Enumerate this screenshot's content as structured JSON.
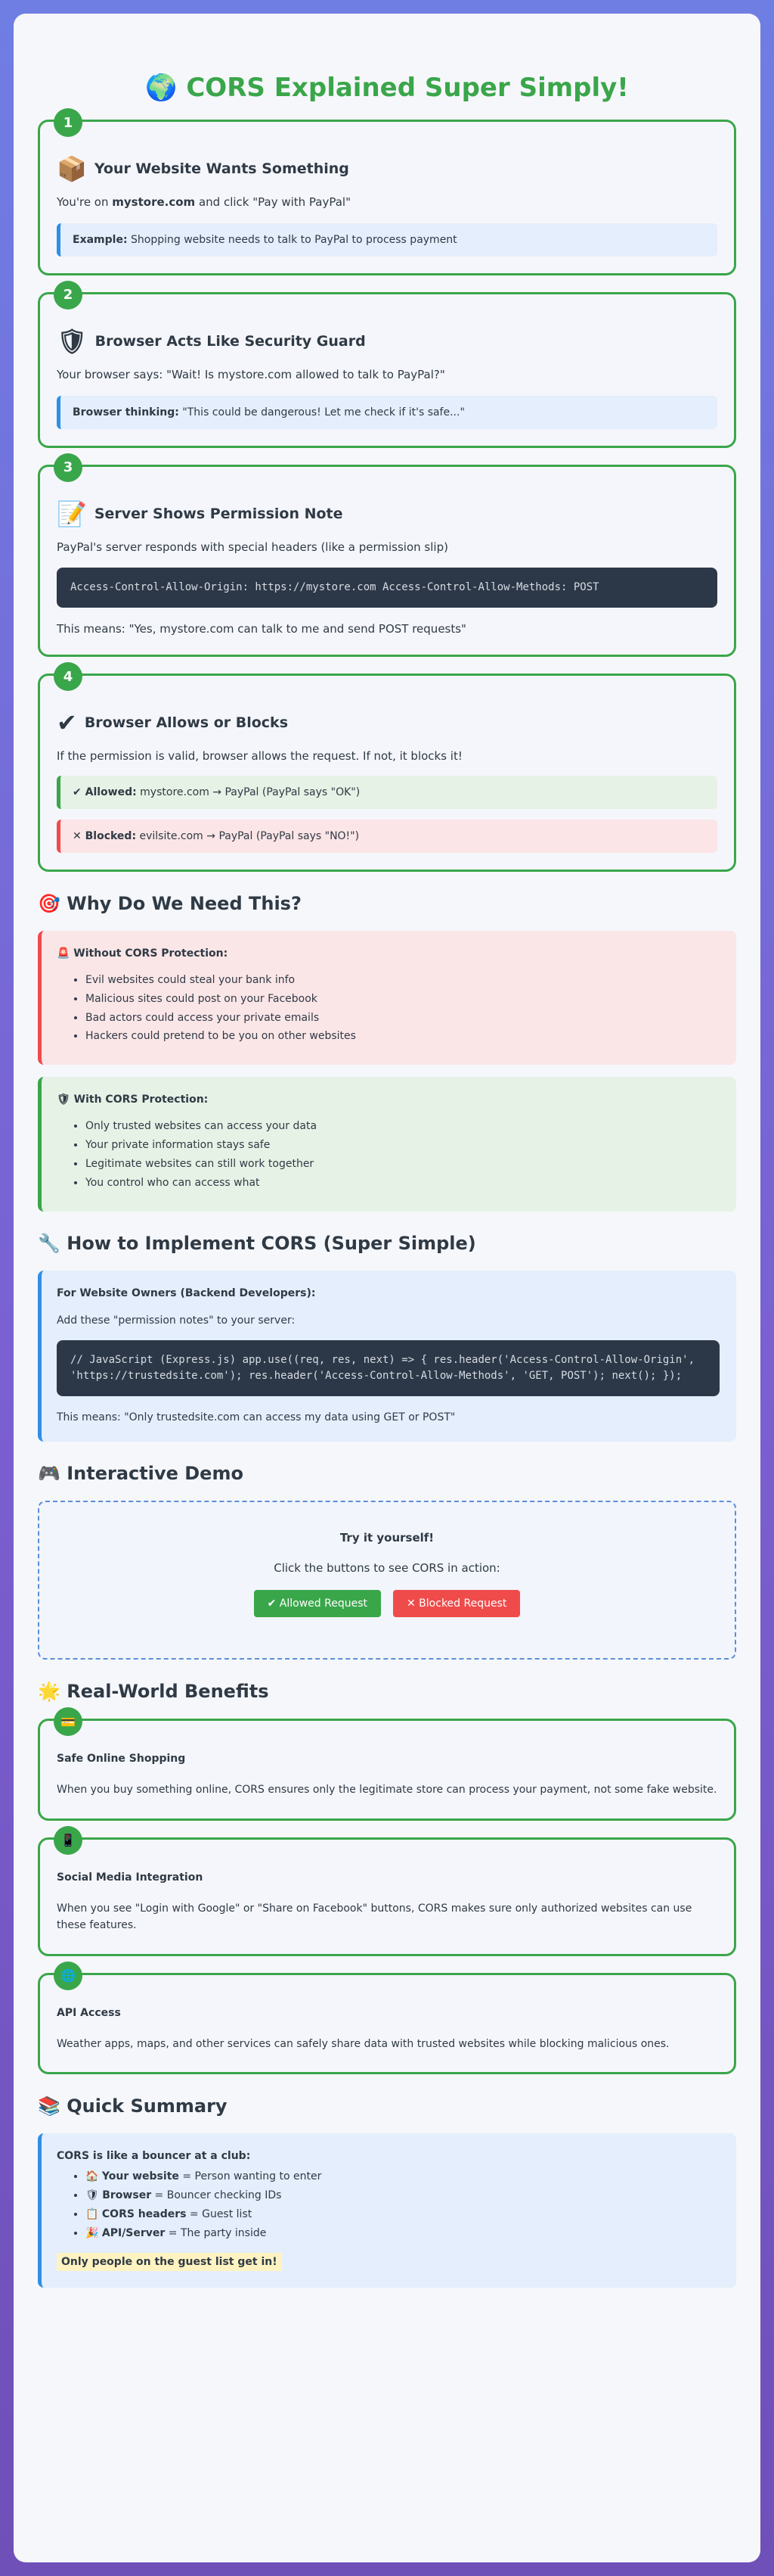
{
  "title": "🌍 CORS Explained Super Simply!",
  "steps": [
    {
      "num": "1",
      "icon": "📦",
      "heading": "Your Website Wants Something",
      "text_pre": "You're on ",
      "text_bold": "mystore.com",
      "text_post": " and click \"Pay with PayPal\"",
      "callout_label": "Example:",
      "callout_text": " Shopping website needs to talk to PayPal to process payment"
    },
    {
      "num": "2",
      "icon": "🛡",
      "heading": "Browser Acts Like Security Guard",
      "text": "Your browser says: \"Wait! Is mystore.com allowed to talk to PayPal?\"",
      "callout_label": "Browser thinking:",
      "callout_text": " \"This could be dangerous! Let me check if it's safe...\""
    },
    {
      "num": "3",
      "icon": "📝",
      "heading": "Server Shows Permission Note",
      "text": "PayPal's server responds with special headers (like a permission slip)",
      "code": "Access-Control-Allow-Origin: https://mystore.com Access-Control-Allow-Methods: POST",
      "text_after": "This means: \"Yes, mystore.com can talk to me and send POST requests\""
    },
    {
      "num": "4",
      "icon": "✔",
      "heading": "Browser Allows or Blocks",
      "text": "If the permission is valid, browser allows the request. If not, it blocks it!",
      "allowed_label": "✔ Allowed:",
      "allowed_text": " mystore.com → PayPal (PayPal says \"OK\")",
      "blocked_label": "✕ Blocked:",
      "blocked_text": " evilsite.com → PayPal (PayPal says \"NO!\")"
    }
  ],
  "why": {
    "heading": "🎯 Why Do We Need This?",
    "without_heading": "🚨 Without CORS Protection:",
    "without_items": [
      "Evil websites could steal your bank info",
      "Malicious sites could post on your Facebook",
      "Bad actors could access your private emails",
      "Hackers could pretend to be you on other websites"
    ],
    "with_heading": "🛡 With CORS Protection:",
    "with_items": [
      "Only trusted websites can access your data",
      "Your private information stays safe",
      "Legitimate websites can still work together",
      "You control who can access what"
    ]
  },
  "implement": {
    "heading": "🔧 How to Implement CORS (Super Simple)",
    "sub_heading": "For Website Owners (Backend Developers):",
    "intro": "Add these \"permission notes\" to your server:",
    "code": "// JavaScript (Express.js) app.use((req, res, next) => { res.header('Access-Control-Allow-Origin', 'https://trustedsite.com'); res.header('Access-Control-Allow-Methods', 'GET, POST'); next(); });",
    "outro": "This means: \"Only trustedsite.com can access my data using GET or POST\""
  },
  "demo": {
    "heading": "🎮 Interactive Demo",
    "title": "Try it yourself!",
    "text": "Click the buttons to see CORS in action:",
    "allowed_button": "✔ Allowed Request",
    "blocked_button": "✕ Blocked Request"
  },
  "benefits": {
    "heading": "🌟 Real-World Benefits",
    "items": [
      {
        "icon": "💳",
        "title": "Safe Online Shopping",
        "text": "When you buy something online, CORS ensures only the legitimate store can process your payment, not some fake website."
      },
      {
        "icon": "📱",
        "title": "Social Media Integration",
        "text": "When you see \"Login with Google\" or \"Share on Facebook\" buttons, CORS makes sure only authorized websites can use these features."
      },
      {
        "icon": "🌐",
        "title": "API Access",
        "text": "Weather apps, maps, and other services can safely share data with trusted websites while blocking malicious ones."
      }
    ]
  },
  "summary": {
    "heading": "📚 Quick Summary",
    "lead": "CORS is like a bouncer at a club:",
    "items": [
      {
        "icon": "🏠",
        "bold": "Your website",
        "text": " = Person wanting to enter"
      },
      {
        "icon": "🛡",
        "bold": "Browser",
        "text": " = Bouncer checking IDs"
      },
      {
        "icon": "📋",
        "bold": "CORS headers",
        "text": " = Guest list"
      },
      {
        "icon": "🎉",
        "bold": "API/Server",
        "text": " = The party inside"
      }
    ],
    "highlight": "Only people on the guest list get in!"
  }
}
